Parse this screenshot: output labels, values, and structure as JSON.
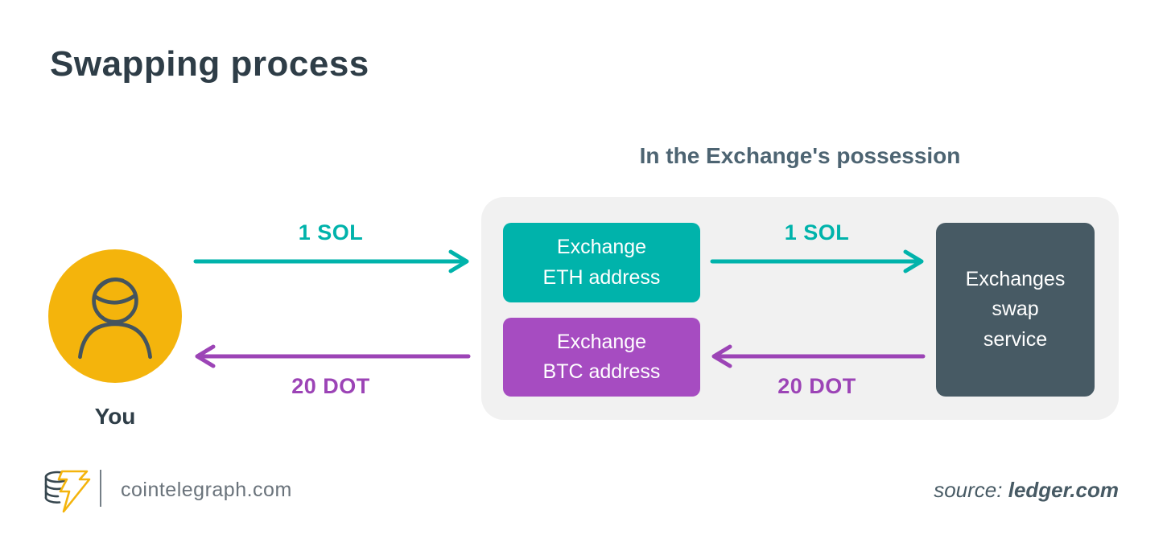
{
  "title": "Swapping process",
  "panel": {
    "header": "In the Exchange's possession"
  },
  "actor": {
    "label": "You"
  },
  "boxes": {
    "eth_address": {
      "line1": "Exchange",
      "line2": "ETH address"
    },
    "btc_address": {
      "line1": "Exchange",
      "line2": "BTC address"
    },
    "swap_service": {
      "line1": "Exchanges",
      "line2": "swap",
      "line3": "service"
    }
  },
  "flows": {
    "sol_outer": {
      "label": "1 SOL",
      "direction": "right"
    },
    "sol_inner": {
      "label": "1 SOL",
      "direction": "right"
    },
    "dot_inner": {
      "label": "20 DOT",
      "direction": "left"
    },
    "dot_outer": {
      "label": "20 DOT",
      "direction": "left"
    }
  },
  "footer": {
    "site": "cointelegraph.com",
    "source_prefix": "source: ",
    "source_name": "ledger.com"
  },
  "colors": {
    "teal": "#00b3ab",
    "purple": "#a64cc1",
    "slate_dark": "#2e3d47",
    "slate_box": "#475a64",
    "yellow": "#f4b40c",
    "panel_bg": "#f1f1f1"
  }
}
